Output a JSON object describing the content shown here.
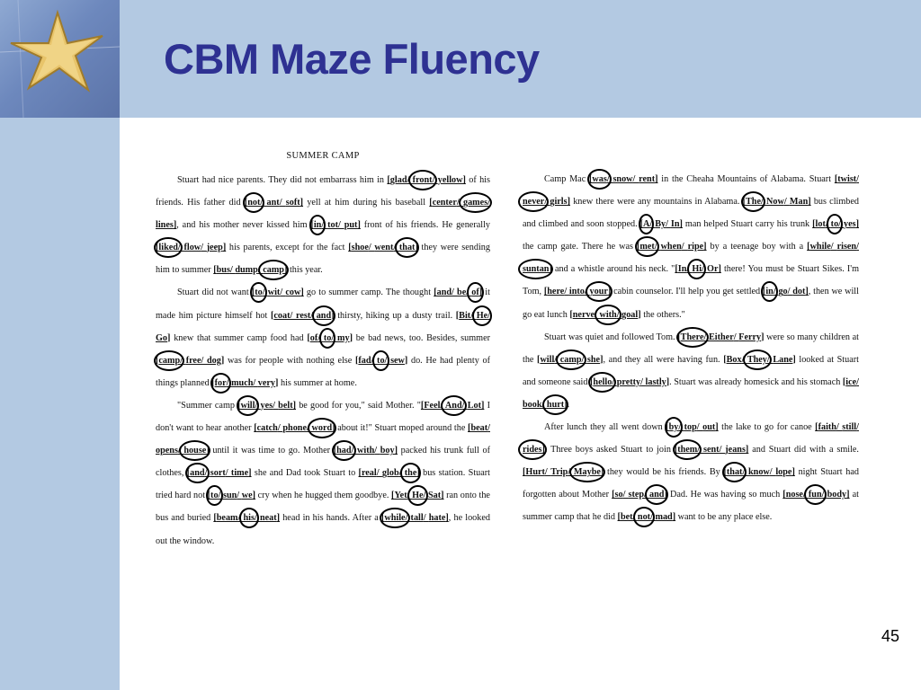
{
  "slide": {
    "title": "CBM Maze Fluency",
    "page_number": "45",
    "background_color": "#b3c9e2",
    "title_color": "#2e3192",
    "logo_icon": "gold-star-icon"
  },
  "story": {
    "title": "SUMMER CAMP",
    "paragraphs": [
      {
        "id": "p1",
        "indent": true,
        "segments": [
          {
            "t": "Stuart had nice parents.  They did not embarrass him in "
          },
          {
            "c": [
              "glad",
              "front",
              "yellow"
            ],
            "s": 1
          },
          {
            "t": " of his friends.  His father did "
          },
          {
            "c": [
              "not",
              "ant",
              "soft"
            ],
            "s": 0
          },
          {
            "t": " yell at him during his baseball "
          },
          {
            "c": [
              "center",
              "games",
              "lines"
            ],
            "s": 1
          },
          {
            "t": ", and his mother never kissed him "
          },
          {
            "c": [
              "in",
              "tot",
              "put"
            ],
            "s": 0
          },
          {
            "t": " front of his friends.  He generally "
          },
          {
            "c": [
              "liked",
              "flow",
              "jeep"
            ],
            "s": 0
          },
          {
            "t": " his parents, except for the fact "
          },
          {
            "c": [
              "shoe",
              "went",
              "that"
            ],
            "s": 2
          },
          {
            "t": " they were sending him to summer "
          },
          {
            "c": [
              "bus",
              "dump",
              "camp"
            ],
            "s": 2
          },
          {
            "t": " this year."
          }
        ]
      },
      {
        "id": "p2",
        "indent": true,
        "segments": [
          {
            "t": "Stuart did not want "
          },
          {
            "c": [
              "to",
              "wit",
              "cow"
            ],
            "s": 0
          },
          {
            "t": " go to summer camp.  The thought "
          },
          {
            "c": [
              "and",
              "be",
              "of"
            ],
            "s": 2
          },
          {
            "t": " it made him picture himself hot "
          },
          {
            "c": [
              "coat",
              "rest",
              "and"
            ],
            "s": 2
          },
          {
            "t": " thirsty, hiking up a dusty trail.  "
          },
          {
            "c": [
              "Bit",
              "He",
              "Go"
            ],
            "s": 1
          },
          {
            "t": " knew that summer camp food had "
          },
          {
            "c": [
              "of",
              "to",
              "my"
            ],
            "s": 1
          },
          {
            "t": " be bad news, too.  Besides, summer "
          },
          {
            "c": [
              "camp",
              "free",
              "dog"
            ],
            "s": 0
          },
          {
            "t": " was for people with nothing else "
          },
          {
            "c": [
              "fad",
              "to",
              "sew"
            ],
            "s": 1
          },
          {
            "t": " do.  He had plenty of things planned "
          },
          {
            "c": [
              "for",
              "much",
              "very"
            ],
            "s": 0
          },
          {
            "t": " his summer at home."
          }
        ]
      },
      {
        "id": "p3",
        "indent": true,
        "segments": [
          {
            "t": "\"Summer camp "
          },
          {
            "c": [
              "will",
              "yes",
              "belt"
            ],
            "s": 0
          },
          {
            "t": " be good for you,\" said Mother.  \""
          },
          {
            "c": [
              "Feel",
              "And",
              "Lot"
            ],
            "s": 1
          },
          {
            "t": " I don't want to hear another "
          },
          {
            "c": [
              "catch",
              "phone",
              "word"
            ],
            "s": 2
          },
          {
            "t": " about it!\"  Stuart moped around the "
          },
          {
            "c": [
              "beat",
              "opens",
              "house"
            ],
            "s": 2
          },
          {
            "t": " until it was time to go.  Mother "
          },
          {
            "c": [
              "had",
              "with",
              "boy"
            ],
            "s": 0
          },
          {
            "t": " packed his trunk full of clothes, "
          },
          {
            "c": [
              "and",
              "sort",
              "time"
            ],
            "s": 0
          },
          {
            "t": " she and Dad took Stuart to "
          },
          {
            "c": [
              "real",
              "glob",
              "the"
            ],
            "s": 2
          },
          {
            "t": " bus station.  Stuart tried hard not "
          },
          {
            "c": [
              "to",
              "sun",
              "we"
            ],
            "s": 0
          },
          {
            "t": " cry when he hugged them goodbye.  "
          },
          {
            "c": [
              "Yet",
              "He",
              "Sat"
            ],
            "s": 1
          },
          {
            "t": " ran onto the bus and buried "
          },
          {
            "c": [
              "beam",
              "his",
              "neat"
            ],
            "s": 1
          },
          {
            "t": " head in his hands.  After a "
          },
          {
            "c": [
              "while",
              "tall",
              "hate"
            ],
            "s": 0
          },
          {
            "t": ", he looked out the window."
          }
        ]
      },
      {
        "id": "p4",
        "indent": true,
        "segments": [
          {
            "t": "Camp Mac "
          },
          {
            "c": [
              "was",
              "snow",
              "rent"
            ],
            "s": 0
          },
          {
            "t": " in the Cheaha Mountains of Alabama.  Stuart "
          },
          {
            "c": [
              "twist",
              "never",
              "girls"
            ],
            "s": 1
          },
          {
            "t": " knew there were any mountains in Alabama.  "
          },
          {
            "c": [
              "The",
              "Now",
              "Man"
            ],
            "s": 0
          },
          {
            "t": " bus climbed and climbed and soon stopped.  "
          },
          {
            "c": [
              "A",
              "By",
              "In"
            ],
            "s": 0
          },
          {
            "t": " man helped Stuart carry his trunk "
          },
          {
            "c": [
              "lot",
              "to",
              "yes"
            ],
            "s": 1
          },
          {
            "t": " the camp gate.  There he was "
          },
          {
            "c": [
              "met",
              "when",
              "ripe"
            ],
            "s": 0
          },
          {
            "t": " by a teenage boy with a "
          },
          {
            "c": [
              "while",
              "risen",
              "suntan"
            ],
            "s": 2
          },
          {
            "t": " and a whistle around his neck.  \""
          },
          {
            "c": [
              "In",
              "Hi",
              "Or"
            ],
            "s": 1
          },
          {
            "t": " there!  You must be Stuart Sikes.  I'm Tom, "
          },
          {
            "c": [
              "here",
              "into",
              "your"
            ],
            "s": 2
          },
          {
            "t": " cabin counselor.  I'll help you get settled "
          },
          {
            "c": [
              "in",
              "go",
              "dot"
            ],
            "s": 0
          },
          {
            "t": ", then we will go eat lunch "
          },
          {
            "c": [
              "nerve",
              "with",
              "goal"
            ],
            "s": 1
          },
          {
            "t": " the others.\""
          }
        ]
      },
      {
        "id": "p5",
        "indent": true,
        "segments": [
          {
            "t": "Stuart was quiet and followed Tom.  "
          },
          {
            "c": [
              "There",
              "Either",
              "Ferry"
            ],
            "s": 0
          },
          {
            "t": " were so many children at the "
          },
          {
            "c": [
              "will",
              "camp",
              "she"
            ],
            "s": 1
          },
          {
            "t": ", and they all were having fun.  "
          },
          {
            "c": [
              "Box",
              "They",
              "Lane"
            ],
            "s": 1
          },
          {
            "t": " looked at Stuart and someone said "
          },
          {
            "c": [
              "hello",
              "pretty",
              "lastly"
            ],
            "s": 0
          },
          {
            "t": ".  Stuart was already homesick and his stomach "
          },
          {
            "c": [
              "ice",
              "book",
              "hurt"
            ],
            "s": 2
          },
          {
            "t": "."
          }
        ]
      },
      {
        "id": "p6",
        "indent": true,
        "segments": [
          {
            "t": "After lunch they all went down "
          },
          {
            "c": [
              "by",
              "top",
              "out"
            ],
            "s": 0
          },
          {
            "t": " the lake to go for canoe "
          },
          {
            "c": [
              "faith",
              "still",
              "rides"
            ],
            "s": 2
          },
          {
            "t": ".  Three boys asked Stuart to join "
          },
          {
            "c": [
              "them",
              "sent",
              "jeans"
            ],
            "s": 0
          },
          {
            "t": " and Stuart did with a smile.  "
          },
          {
            "c": [
              "Hurt",
              "Trip",
              "Maybe"
            ],
            "s": 2
          },
          {
            "t": " they would be his friends.  By "
          },
          {
            "c": [
              "that",
              "know",
              "lope"
            ],
            "s": 0
          },
          {
            "t": " night Stuart had forgotten about Mother "
          },
          {
            "c": [
              "so",
              "step",
              "and"
            ],
            "s": 2
          },
          {
            "t": " Dad.  He was having so much "
          },
          {
            "c": [
              "nose",
              "fun",
              "body"
            ],
            "s": 1
          },
          {
            "t": " at summer camp that he did "
          },
          {
            "c": [
              "bet",
              "not",
              "mad"
            ],
            "s": 1
          },
          {
            "t": " want to be any place else."
          }
        ]
      }
    ]
  }
}
